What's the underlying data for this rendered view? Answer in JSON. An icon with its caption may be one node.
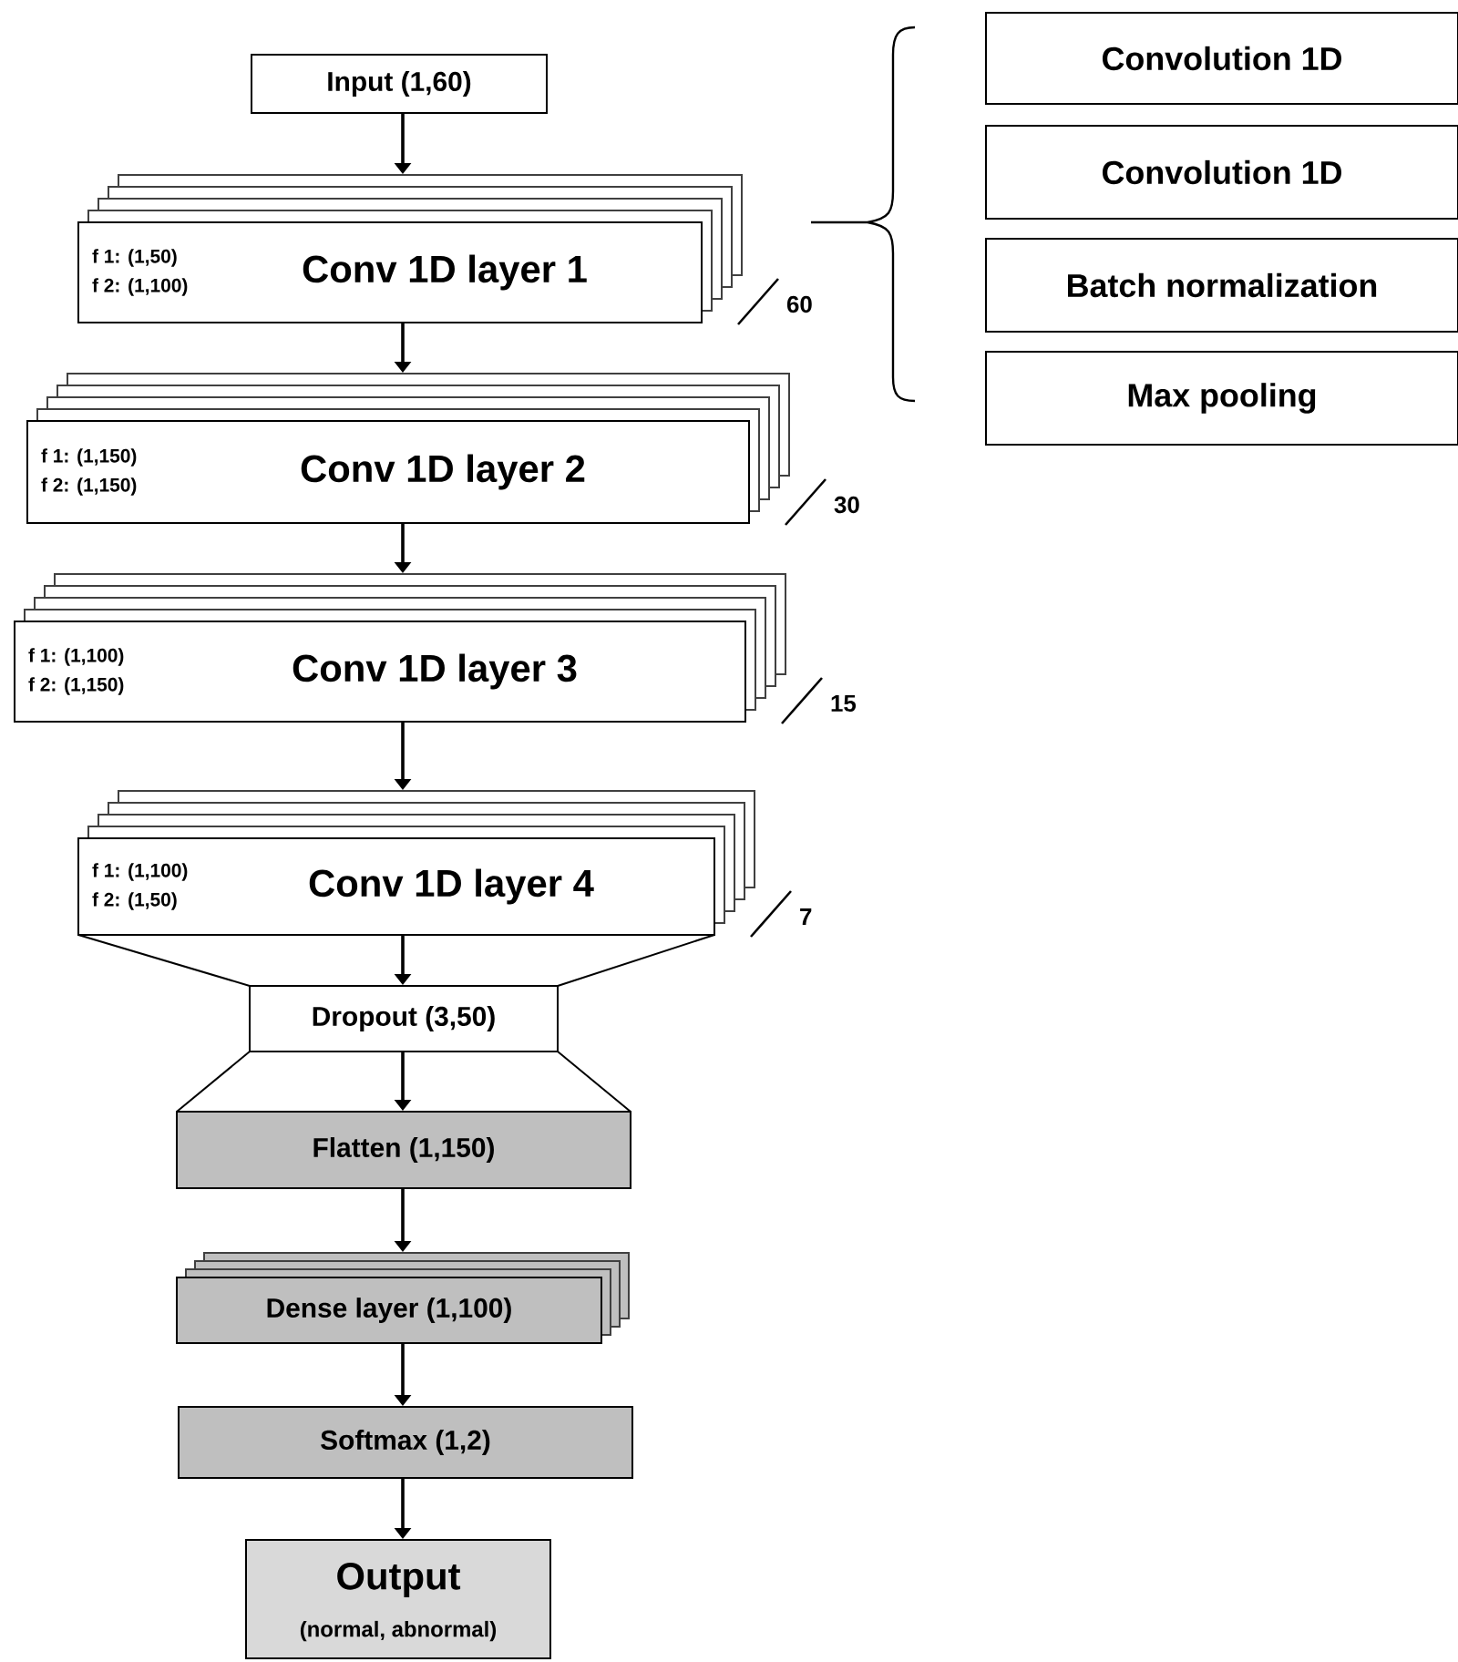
{
  "diagram": {
    "nodes": [
      {
        "text": [
          "Input (1,60)"
        ]
      },
      {
        "text": [
          "f 1: (1,50)",
          "f 2: (1,100)",
          "Conv 1D layer 1"
        ],
        "beside": [
          "60"
        ]
      },
      {
        "text": [
          "f 1: (1,150)",
          "f 2: (1,150)",
          "Conv 1D layer 2"
        ],
        "beside": [
          "30"
        ]
      },
      {
        "text": [
          "f 1: (1,100)",
          "f 2: (1,150)",
          "Conv 1D layer 3"
        ],
        "beside": [
          "15"
        ]
      },
      {
        "text": [
          "f 1: (1,100)",
          "f 2: (1,50)",
          "Conv 1D layer 4"
        ],
        "beside": [
          "7"
        ]
      },
      {
        "text": [
          "Dropout (3,50)"
        ]
      },
      {
        "text": [
          "Flatten (1,150)"
        ]
      },
      {
        "text": [
          "Dense layer (1,100)"
        ]
      },
      {
        "text": [
          "Softmax (1,2)"
        ]
      },
      {
        "text": [
          "Output",
          "(normal, abnormal)"
        ]
      },
      {
        "text": [
          "Convolution 1D"
        ]
      },
      {
        "text": [
          "Convolution 1D"
        ]
      },
      {
        "text": [
          "Batch normalization"
        ]
      },
      {
        "text": [
          "Max pooling"
        ]
      }
    ],
    "edges": [
      {
        "from": 0,
        "to": 1,
        "arrow": "to"
      },
      {
        "from": 1,
        "to": 2,
        "arrow": "to"
      },
      {
        "from": 2,
        "to": 3,
        "arrow": "to"
      },
      {
        "from": 3,
        "to": 4,
        "arrow": "to"
      },
      {
        "from": 4,
        "to": 5,
        "arrow": "to"
      },
      {
        "from": 5,
        "to": 6,
        "arrow": "to"
      },
      {
        "from": 6,
        "to": 7,
        "arrow": "to"
      },
      {
        "from": 7,
        "to": 8,
        "arrow": "to"
      },
      {
        "from": 8,
        "to": 9,
        "arrow": "to"
      }
    ]
  }
}
